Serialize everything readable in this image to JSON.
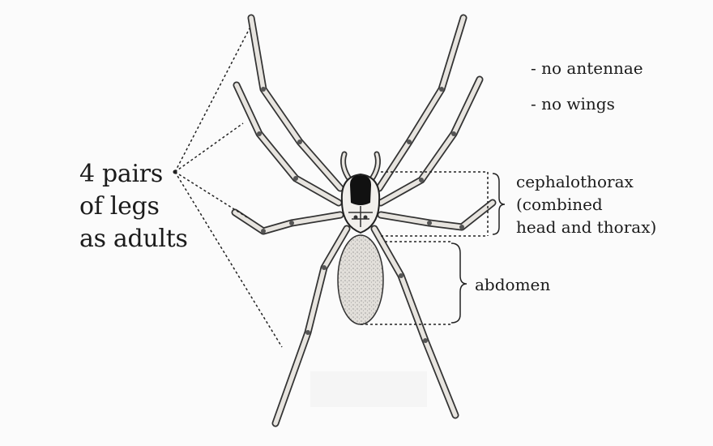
{
  "legs_label": {
    "lines": [
      "4 pairs",
      "of legs",
      "as adults"
    ]
  },
  "notes": [
    "- no antennae",
    "- no wings"
  ],
  "cephalothorax_label": {
    "lines": [
      "cephalothorax",
      "(combined",
      "head and thorax)"
    ]
  },
  "abdomen_label": "abdomen",
  "colors": {
    "background": "#fbfbfb",
    "ink": "#1b1b1b",
    "carapace": "#111111",
    "abdomen_fill": "#dedbd6",
    "leg_fill": "#e7e4df"
  }
}
